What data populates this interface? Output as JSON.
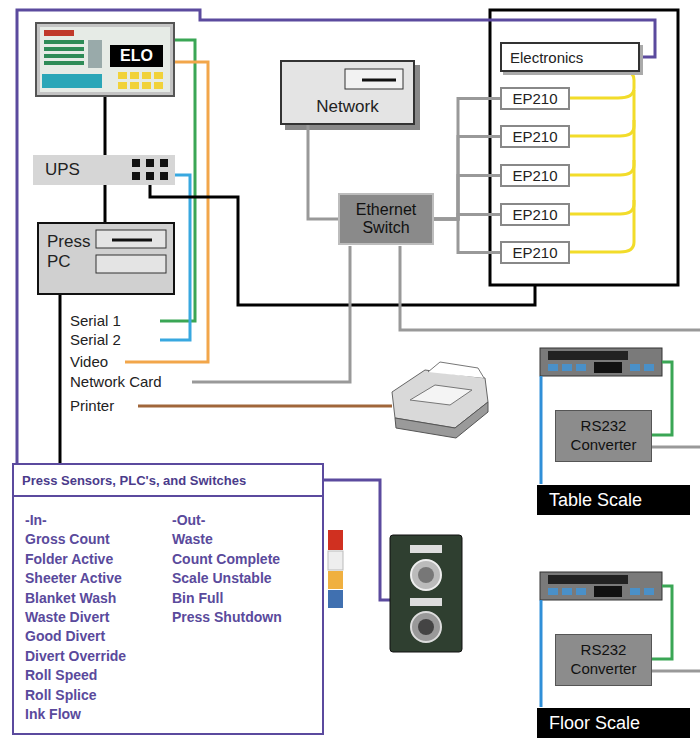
{
  "diagram": {
    "nodes": [
      {
        "text": [
          "ELO"
        ]
      },
      {
        "text": [
          "UPS"
        ]
      },
      {
        "text": [
          "Press PC"
        ]
      },
      {
        "text": [
          "Network"
        ]
      },
      {
        "text": [
          "Ethernet Switch"
        ]
      },
      {
        "text": [
          "Electronics"
        ]
      },
      {
        "text": [
          "EP210"
        ]
      },
      {
        "text": [
          "EP210"
        ]
      },
      {
        "text": [
          "EP210"
        ]
      },
      {
        "text": [
          "EP210"
        ]
      },
      {
        "text": [
          "EP210"
        ]
      },
      {
        "text": [
          "-In-",
          "Gross Count",
          "Folder Active",
          "Sheeter Active",
          "Blanket Wash",
          "Waste Divert",
          "Good Divert",
          "Divert Override",
          "Roll Speed",
          "Roll Splice",
          "Ink Flow",
          "-Out-",
          "Waste",
          "Count Complete",
          "Scale Unstable",
          "Bin Full",
          "Press Shutdown"
        ]
      },
      {
        "text": [
          "Press Sensors, PLC's, and Switches"
        ],
        "in": 11
      },
      {
        "text": [
          "RS232 Converter"
        ]
      },
      {
        "text": [
          "Table Scale"
        ]
      },
      {
        "text": [
          "RS232 Converter"
        ]
      },
      {
        "text": [
          "Floor Scale"
        ]
      }
    ],
    "edges": [
      {
        "from": 0,
        "to": 1,
        "arrow": "none"
      },
      {
        "from": 1,
        "to": 2,
        "arrow": "none"
      },
      {
        "from": 3,
        "to": 4,
        "arrow": "none"
      },
      {
        "from": 4,
        "to": 6,
        "arrow": "none"
      },
      {
        "from": 4,
        "to": 7,
        "arrow": "none"
      },
      {
        "from": 4,
        "to": 8,
        "arrow": "none"
      },
      {
        "from": 4,
        "to": 9,
        "arrow": "none"
      },
      {
        "from": 4,
        "to": 10,
        "arrow": "none"
      },
      {
        "from": 2,
        "to": 12,
        "arrow": "none"
      },
      {
        "from": 12,
        "to": 5,
        "arrow": "none"
      }
    ],
    "labels": [
      "Serial 1",
      "Serial 2",
      "Video",
      "Network Card",
      "Printer"
    ]
  }
}
